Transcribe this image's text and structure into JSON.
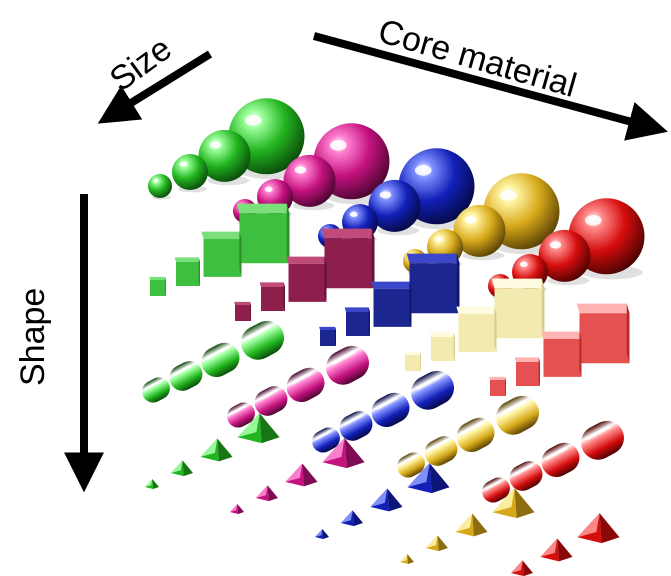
{
  "axes": {
    "size": "Size",
    "core_material": "Core material",
    "shape": "Shape"
  },
  "materials": [
    {
      "name": "green",
      "hi": "#9cff9c",
      "mid": "#22b51f",
      "dark": "#0b4a0a"
    },
    {
      "name": "magenta",
      "hi": "#ff7fd0",
      "mid": "#c4127e",
      "dark": "#4a0530"
    },
    {
      "name": "blue",
      "hi": "#8090ff",
      "mid": "#1220b8",
      "dark": "#050a45"
    },
    {
      "name": "gold",
      "hi": "#fff3a0",
      "mid": "#d7a91a",
      "dark": "#5a4106"
    },
    {
      "name": "red",
      "hi": "#ff8a8a",
      "mid": "#d50d0d",
      "dark": "#4d0303"
    }
  ],
  "shapes": [
    "sphere",
    "cube",
    "capsule",
    "pyramid"
  ],
  "sizes": [
    "small",
    "medium",
    "large",
    "x-large"
  ]
}
